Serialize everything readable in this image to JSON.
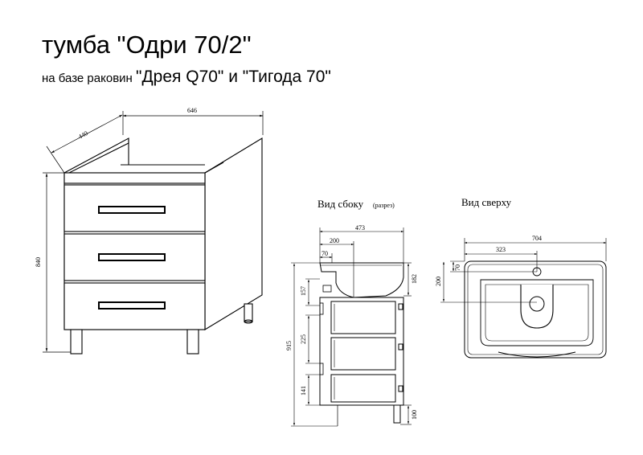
{
  "title": "тумба \"Одри 70/2\"",
  "subtitle_prefix": "на базе раковин",
  "subtitle_models": "\"Дрея Q70\" и \"Тигода 70\"",
  "iso_dims": {
    "width": "646",
    "depth": "440",
    "height": "840"
  },
  "side_view": {
    "label": "Вид сбоку",
    "label_note": "(разрез)",
    "dims": {
      "overall_depth": "473",
      "d200": "200",
      "d70": "70",
      "d182": "182",
      "d157": "157",
      "d225": "225",
      "d141": "141",
      "d915": "915",
      "d100": "100"
    }
  },
  "top_view": {
    "label": "Вид сверху",
    "dims": {
      "width": "704",
      "d323": "323",
      "d70": "70",
      "d200": "200"
    }
  }
}
